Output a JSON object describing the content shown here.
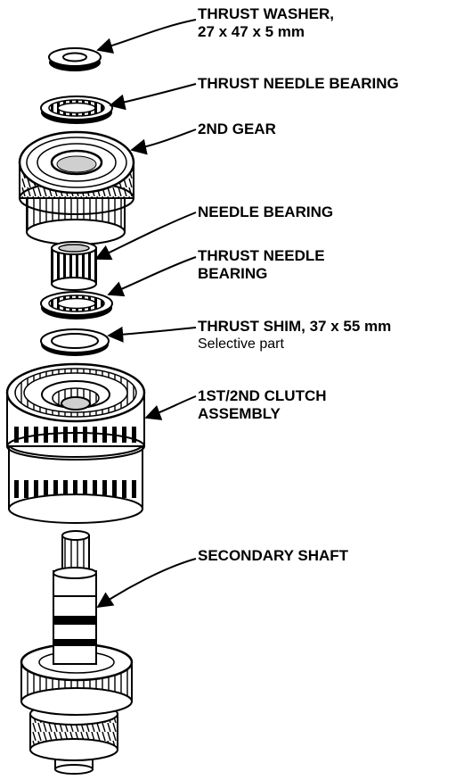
{
  "labels": {
    "thrust_washer": {
      "name": "THRUST WASHER,",
      "size": "27 x 47 x 5 mm"
    },
    "thrust_needle_bearing_top": {
      "name": "THRUST NEEDLE BEARING"
    },
    "second_gear": {
      "name": "2ND GEAR"
    },
    "needle_bearing": {
      "name": "NEEDLE BEARING"
    },
    "thrust_needle_bearing_lower": {
      "line1": "THRUST NEEDLE",
      "line2": "BEARING"
    },
    "thrust_shim": {
      "name": "THRUST SHIM, 37 x 55 mm",
      "note": "Selective part"
    },
    "clutch_assembly": {
      "line1": "1ST/2ND CLUTCH",
      "line2": "ASSEMBLY"
    },
    "secondary_shaft": {
      "name": "SECONDARY SHAFT"
    }
  },
  "colors": {
    "ink": "#000000",
    "paper": "#ffffff",
    "shade": "#cfcfcf"
  }
}
